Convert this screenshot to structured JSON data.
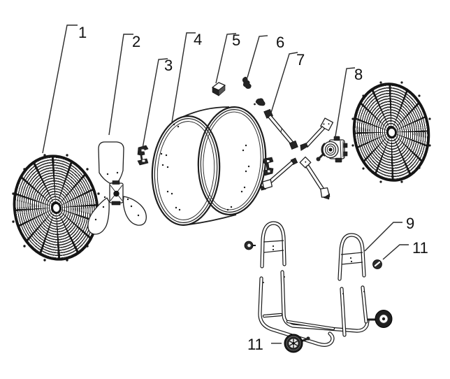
{
  "figure_type": "exploded-parts-diagram",
  "colors": {
    "ink": "#1e1e1e",
    "background": "#ffffff",
    "dark_fill": "#242424"
  },
  "callouts": [
    {
      "num": "1"
    },
    {
      "num": "2"
    },
    {
      "num": "3"
    },
    {
      "num": "4"
    },
    {
      "num": "5"
    },
    {
      "num": "6"
    },
    {
      "num": "7"
    },
    {
      "num": "8"
    },
    {
      "num": "9"
    },
    {
      "num": "11"
    },
    {
      "num": "11"
    }
  ]
}
